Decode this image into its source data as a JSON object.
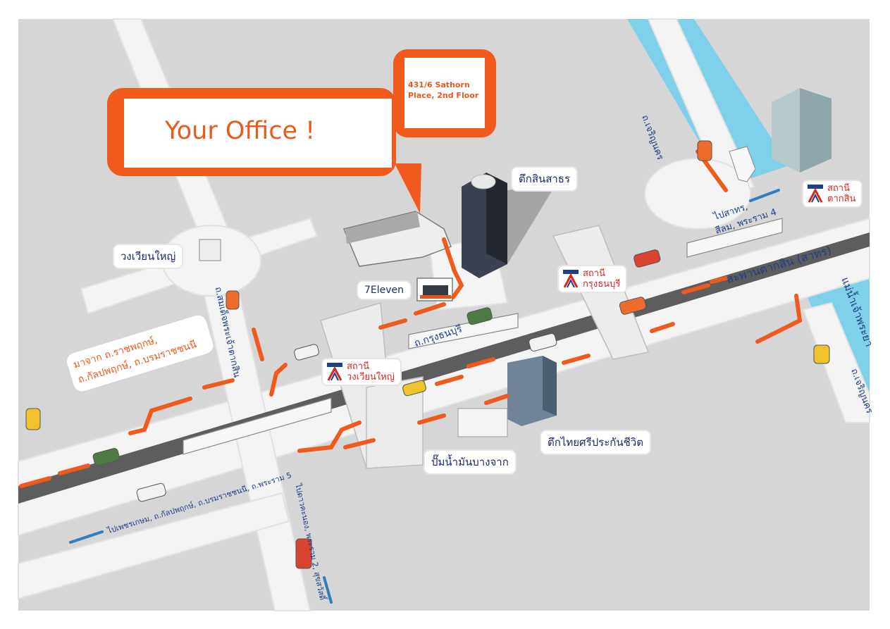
{
  "colors": {
    "background": "#d6d6d6",
    "road": "#f4f4f4",
    "rail": "#5d5d5d",
    "river": "#7fd0ea",
    "route_orange": "#f05a1c",
    "label_blue": "#1d2a6b",
    "direction_blue": "#2f7fc0",
    "station_red": "#d4281f"
  },
  "callouts": {
    "office": "Your Office !",
    "address_line1": "431/6 Sathorn",
    "address_line2": "Place, 2nd Floor"
  },
  "landmarks": {
    "sin_sathorn": "ตึกสินสาธร",
    "wongwian_yai_circle": "วงเวียนใหญ่",
    "seven_eleven": "7Eleven",
    "thai_sri_insurance": "ตึกไทยศรีประกันชีวิต",
    "bangchak_pump": "ปั๊มน้ำมันบางจาก"
  },
  "stations": {
    "taksin": [
      "สถานี",
      "ตากสิน"
    ],
    "krung_thon_buri": [
      "สถานี",
      "กรุงธนบุรี"
    ],
    "wongwian_yai": [
      "สถานี",
      "วงเวียนใหญ่"
    ]
  },
  "roads": {
    "charoen_nakhon_top": "ถ.เจริญนคร",
    "charoen_nakhon_right": "ถ.เจริญนคร",
    "somdet_phra_chao_taksin": "ถ.สมเด็จพระเจ้าตากสิน",
    "krung_thon_buri": "ถ.กรุงธนบุรี",
    "taksin_bridge": "สะพานตากสิน (สาทร)",
    "chao_phraya_river": "แม่น้ำเจ้าพระยา",
    "to_sathorn_line1": "ไปสาทร,",
    "to_sathorn_line2": "สีลม, พระราม 4",
    "from_ratchaphruek_line1": "มาจาก ถ.ราชพฤกษ์,",
    "from_ratchaphruek_line2": "ถ.กัลปพฤกษ์, ถ.บรมราชชนนี",
    "to_phetkasem": "ไปเพชรเกษม, ถ.กัลปพฤกษ์, ถ.บรมราชชนนี, ถ.พระราม 5",
    "to_dao_khanong": "ไปดาวคะนอง, พระราม 2, สุขสวัสดิ์"
  },
  "icons": {
    "station_logo": "bts-logo-icon",
    "office_pin": "speech-bubble-icon",
    "car": "car-icon",
    "boat": "boat-icon",
    "direction": "arrow-icon"
  }
}
